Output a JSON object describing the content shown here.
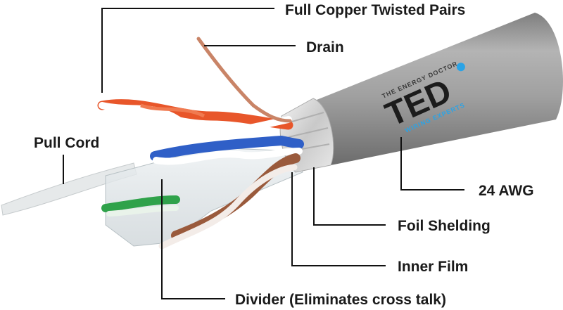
{
  "labels": {
    "twisted_pairs": "Full Copper Twisted Pairs",
    "drain": "Drain",
    "pull_cord": "Pull Cord",
    "awg": "24 AWG",
    "foil": "Foil Shelding",
    "inner_film": "Inner Film",
    "divider": "Divider (Eliminates cross talk)"
  },
  "logo": {
    "arc_text": "THE ENERGY DOCTOR",
    "brand": "TED",
    "tagline": "WIRING EXPERTS"
  },
  "colors": {
    "jacket": "#9a9a9a",
    "logo_blue": "#2aa3e6",
    "leader_line": "#111111"
  }
}
